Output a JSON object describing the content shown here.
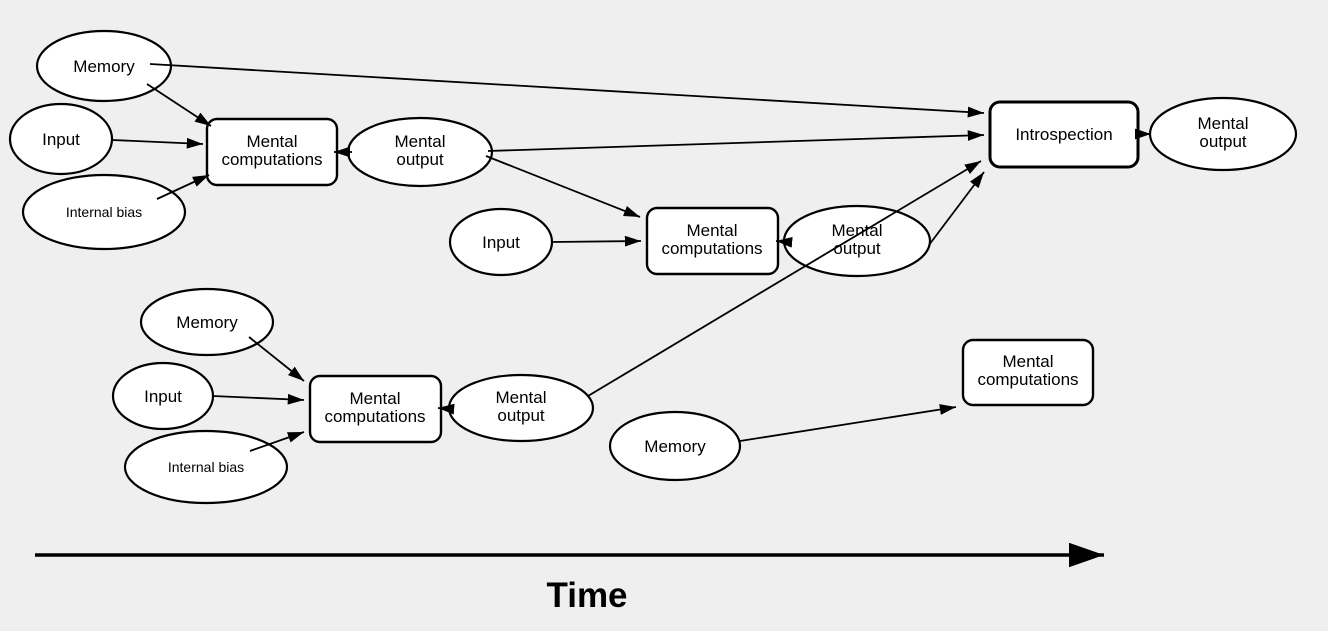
{
  "diagram": {
    "background_color": "#efefef",
    "accent_red": "#cc1111",
    "node_fill": "#ffffff",
    "node_stroke": "#000000",
    "time_axis": {
      "label": "Time"
    },
    "nodes": {
      "memory_top": {
        "label": "Memory"
      },
      "input_top": {
        "label": "Input"
      },
      "internal_bias_top": {
        "label": "Internal bias"
      },
      "mental_computations_1": {
        "lines": [
          "Mental",
          "computations"
        ]
      },
      "mental_output_1": {
        "lines": [
          "Mental",
          "output"
        ]
      },
      "input_mid": {
        "label": "Input"
      },
      "mental_computations_2": {
        "lines": [
          "Mental",
          "computations"
        ]
      },
      "mental_output_2": {
        "lines": [
          "Mental",
          "output"
        ]
      },
      "memory_bottom": {
        "label": "Memory"
      },
      "input_bottom": {
        "label": "Input"
      },
      "internal_bias_bottom": {
        "label": "Internal bias"
      },
      "mental_computations_3": {
        "lines": [
          "Mental",
          "computations"
        ]
      },
      "mental_output_3": {
        "lines": [
          "Mental",
          "output"
        ]
      },
      "memory_right": {
        "label": "Memory"
      },
      "mental_computations_4": {
        "lines": [
          "Mental",
          "computations"
        ]
      },
      "introspection": {
        "label": "Introspection"
      },
      "mental_output_final": {
        "lines": [
          "Mental",
          "output"
        ]
      }
    }
  }
}
